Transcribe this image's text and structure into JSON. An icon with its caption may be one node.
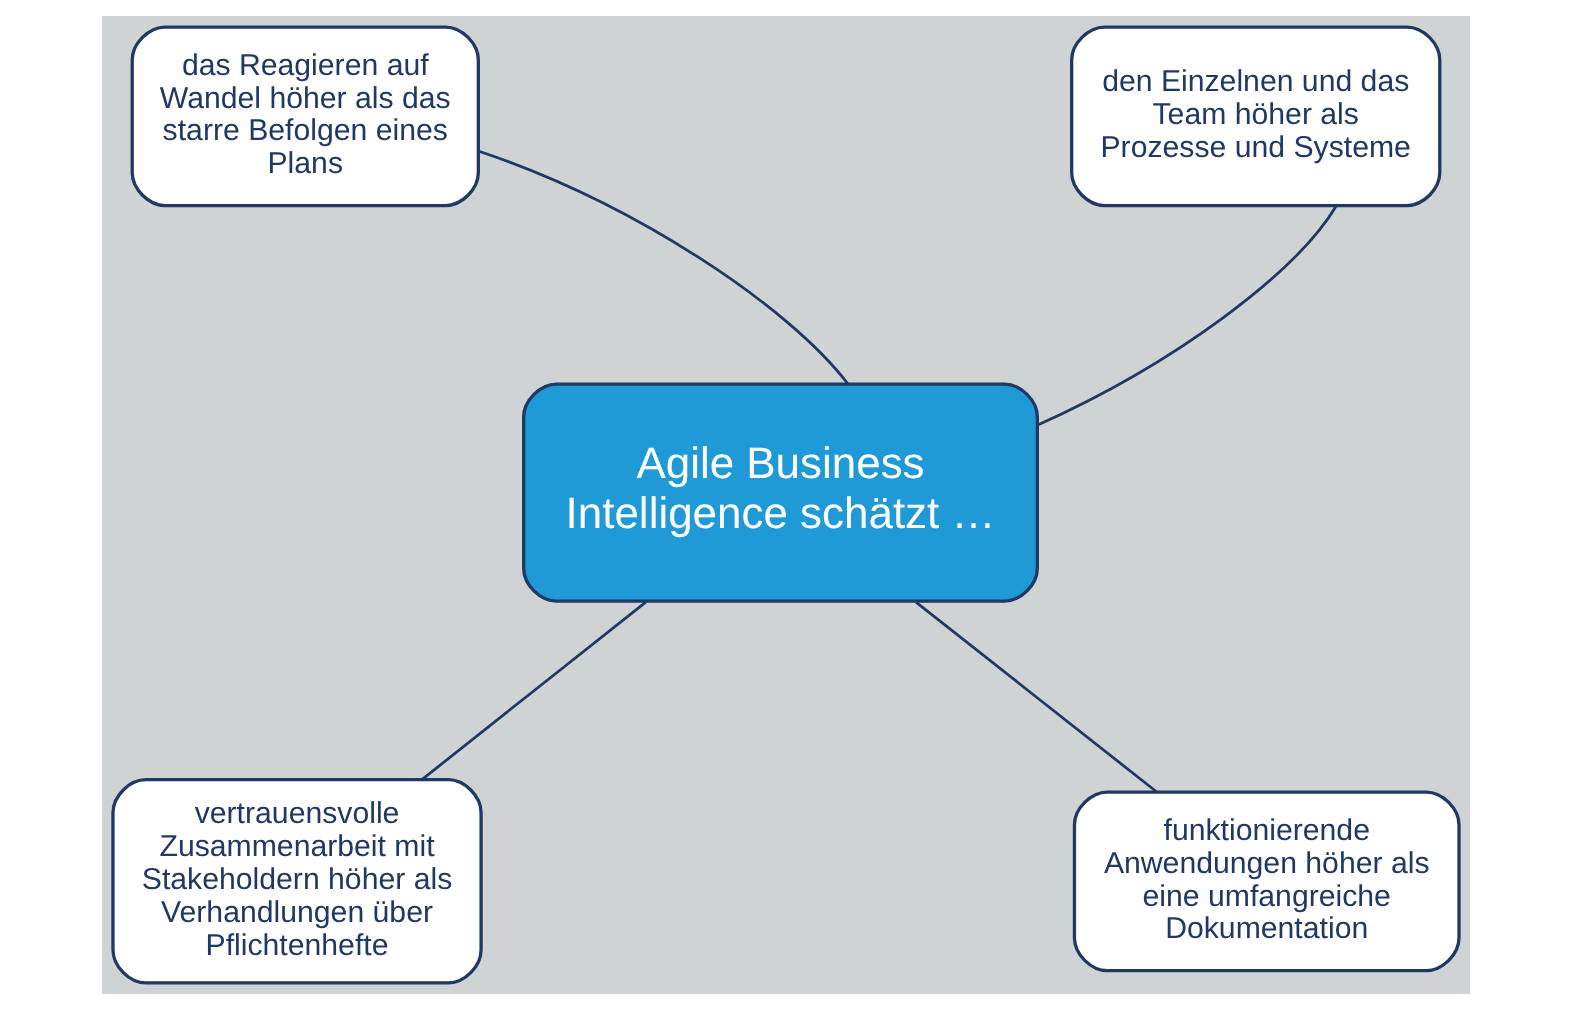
{
  "diagram": {
    "nodes": [
      {
        "text": [
          "Agile Business Intelligence schätzt …"
        ]
      },
      {
        "text": [
          "das Reagieren auf Wandel höher als das starre Befolgen eines Plans"
        ]
      },
      {
        "text": [
          "den Einzelnen und das Team höher als Prozesse und Systeme"
        ]
      },
      {
        "text": [
          "vertrauensvolle Zusammenarbeit mit Stakeholdern höher als Verhandlungen über Pflichtenhefte"
        ]
      },
      {
        "text": [
          "funktionierende Anwendungen höher als eine umfangreiche Dokumentation"
        ]
      }
    ],
    "edges": [
      {
        "from": 0,
        "to": 1,
        "arrow": "none"
      },
      {
        "from": 0,
        "to": 2,
        "arrow": "none"
      },
      {
        "from": 0,
        "to": 3,
        "arrow": "none"
      },
      {
        "from": 0,
        "to": 4,
        "arrow": "none"
      }
    ]
  }
}
